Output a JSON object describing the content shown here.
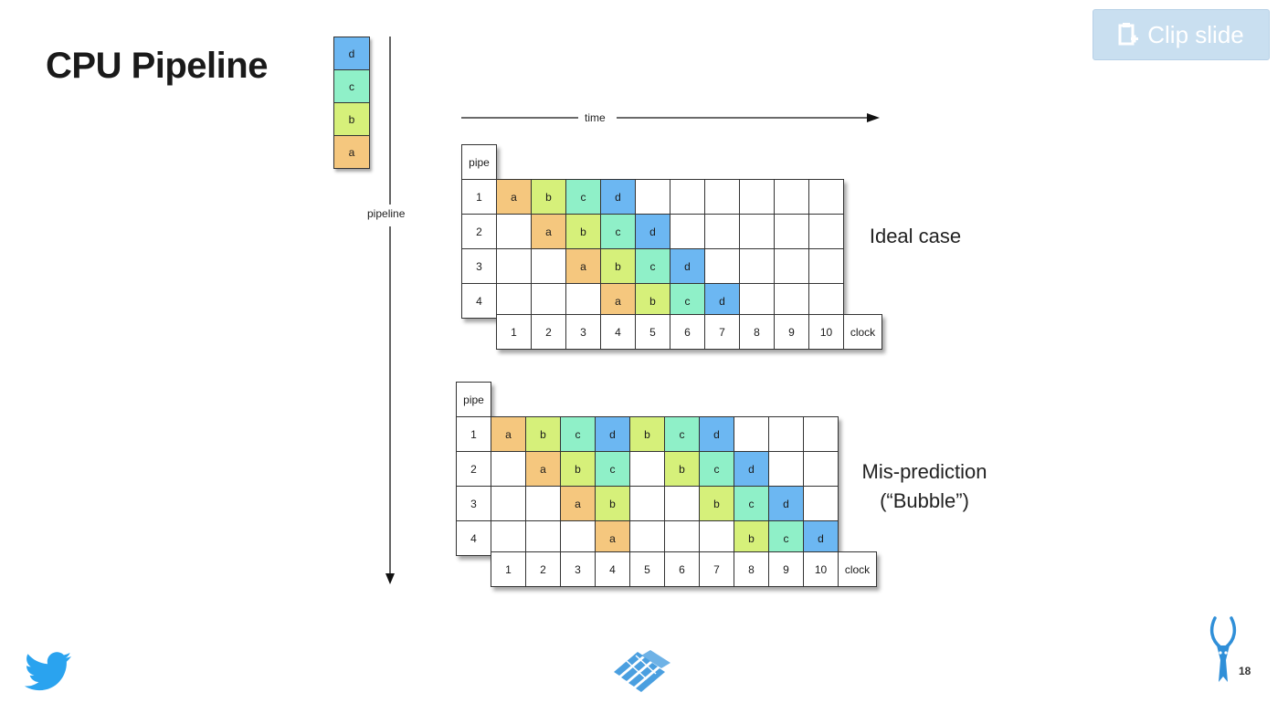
{
  "slide": {
    "title": "CPU Pipeline",
    "clip_button_label": "Clip slide",
    "page_number": "18"
  },
  "diagram": {
    "stack_items": [
      "d",
      "c",
      "b",
      "a"
    ],
    "time_label": "time",
    "pipeline_label": "pipeline",
    "pipe_header": "pipe",
    "clock_label": "clock",
    "clock_ticks": [
      "1",
      "2",
      "3",
      "4",
      "5",
      "6",
      "7",
      "8",
      "9",
      "10"
    ],
    "ideal": {
      "label": "Ideal case",
      "rows": [
        {
          "pipe": "1",
          "cells": [
            "a",
            "b",
            "c",
            "d",
            "",
            "",
            "",
            "",
            "",
            ""
          ]
        },
        {
          "pipe": "2",
          "cells": [
            "",
            "a",
            "b",
            "c",
            "d",
            "",
            "",
            "",
            "",
            ""
          ]
        },
        {
          "pipe": "3",
          "cells": [
            "",
            "",
            "a",
            "b",
            "c",
            "d",
            "",
            "",
            "",
            ""
          ]
        },
        {
          "pipe": "4",
          "cells": [
            "",
            "",
            "",
            "a",
            "b",
            "c",
            "d",
            "",
            "",
            ""
          ]
        }
      ]
    },
    "misprediction": {
      "label_line1": "Mis-prediction",
      "label_line2": "(“Bubble”)",
      "rows": [
        {
          "pipe": "1",
          "cells": [
            "a",
            "b",
            "c",
            "d",
            "b",
            "c",
            "d",
            "",
            "",
            ""
          ]
        },
        {
          "pipe": "2",
          "cells": [
            "",
            "a",
            "b",
            "c",
            "",
            "b",
            "c",
            "d",
            "",
            ""
          ]
        },
        {
          "pipe": "3",
          "cells": [
            "",
            "",
            "a",
            "b",
            "",
            "",
            "b",
            "c",
            "d",
            ""
          ]
        },
        {
          "pipe": "4",
          "cells": [
            "",
            "",
            "",
            "a",
            "",
            "",
            "",
            "b",
            "c",
            "d"
          ]
        }
      ]
    },
    "colors": {
      "a": "#f5c77e",
      "b": "#d6f07a",
      "c": "#8ff0c8",
      "d": "#6cb7f2"
    }
  },
  "icons": {
    "clip": "clipboard-plus-icon",
    "twitter": "twitter-bird-icon",
    "center_logo": "striped-logo-icon",
    "right_logo": "gazelle-logo-icon"
  }
}
